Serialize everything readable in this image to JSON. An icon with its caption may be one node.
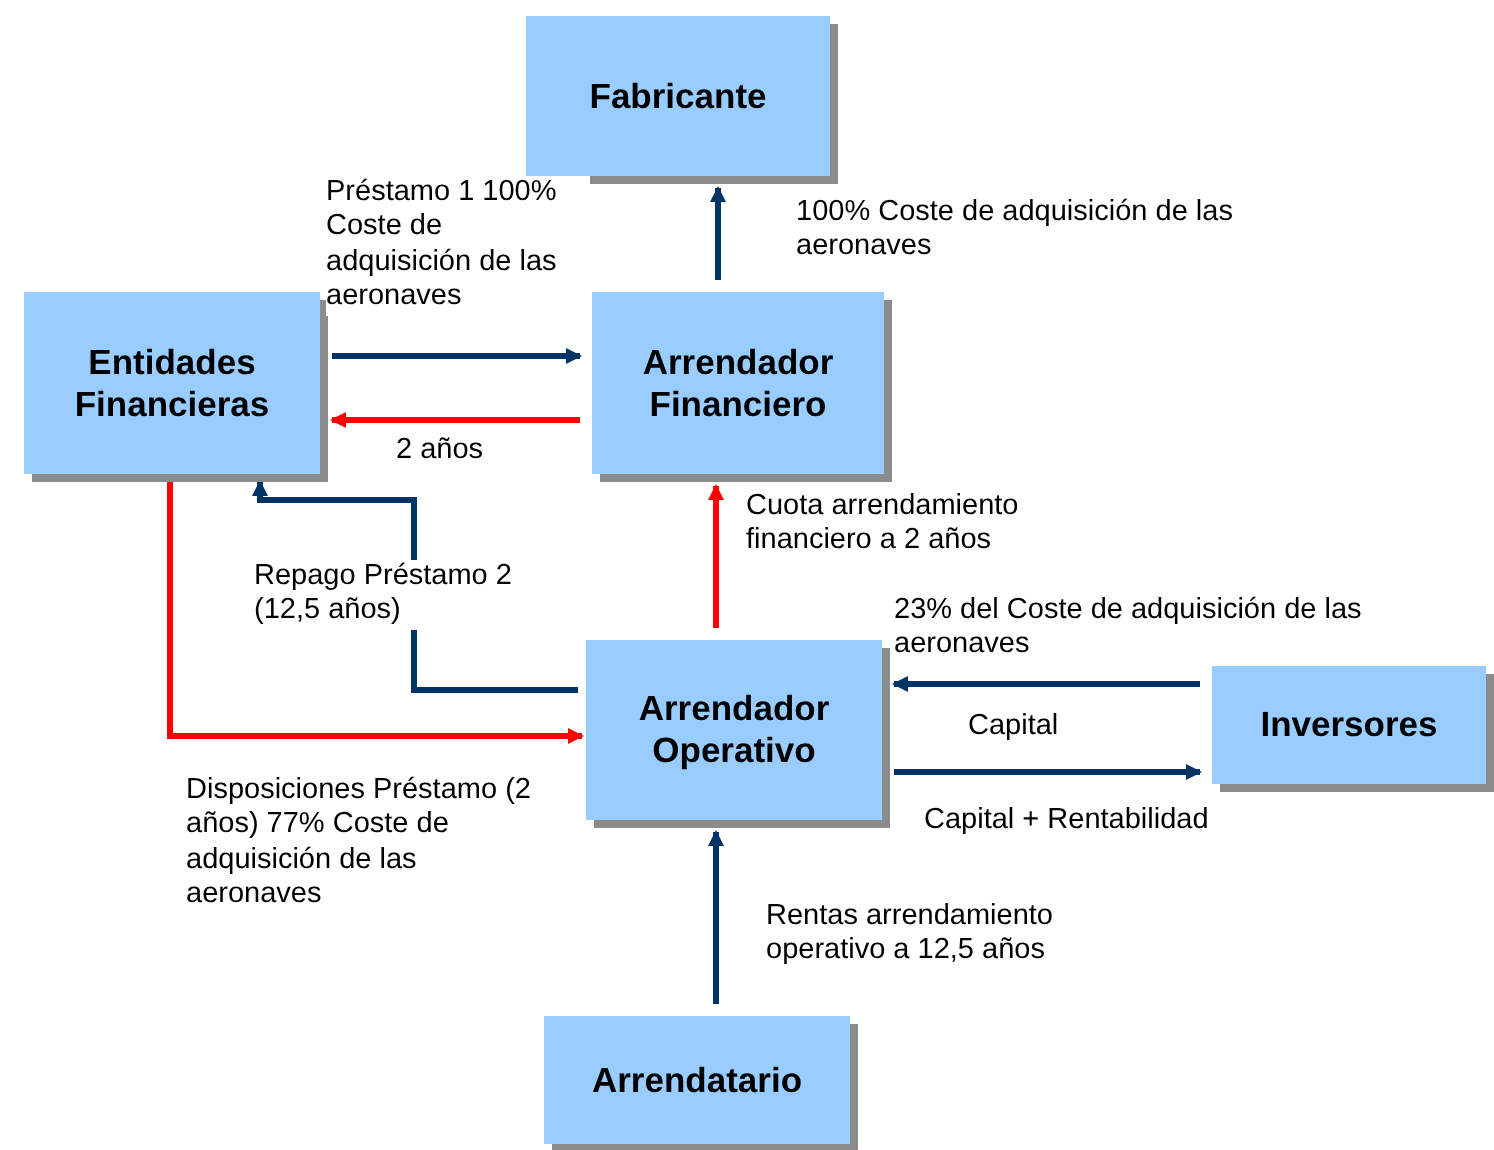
{
  "diagram": {
    "nodes": [
      {
        "text": [
          "Fabricante"
        ]
      },
      {
        "text": [
          "Entidades Financieras"
        ]
      },
      {
        "text": [
          "Arrendador Financiero"
        ]
      },
      {
        "text": [
          "Arrendador Operativo"
        ]
      },
      {
        "text": [
          "Inversores"
        ]
      },
      {
        "text": [
          "Arrendatario"
        ]
      }
    ],
    "edges": [
      {
        "from": 2,
        "to": 0,
        "arrow": "to",
        "label": "100% Coste de adquisición de las aeronaves"
      },
      {
        "from": 1,
        "to": 2,
        "arrow": "to",
        "label": "Préstamo 1 100% Coste de adquisición de las aeronaves"
      },
      {
        "from": 2,
        "to": 1,
        "arrow": "to",
        "label": "2 años",
        "color": "#ff0000"
      },
      {
        "from": 3,
        "to": 1,
        "arrow": "to",
        "label": "Repago Préstamo 2 (12,5 años)"
      },
      {
        "from": 1,
        "to": 3,
        "arrow": "to",
        "label": "Disposiciones Préstamo (2 años) 77% Coste de adquisición de las aeronaves",
        "color": "#ff0000"
      },
      {
        "from": 3,
        "to": 2,
        "arrow": "to",
        "label": "Cuota arrendamiento financiero a 2 años",
        "color": "#ff0000"
      },
      {
        "from": 4,
        "to": 3,
        "arrow": "to",
        "label": "23% del Coste de adquisición de las aeronaves"
      },
      {
        "from": 3,
        "to": 4,
        "arrow": "to",
        "label": "Capital + Rentabilidad"
      },
      {
        "from": 5,
        "to": 3,
        "arrow": "to",
        "label": "Rentas arrendamiento operativo a 12,5 años"
      }
    ],
    "labels": [
      "Capital"
    ]
  }
}
